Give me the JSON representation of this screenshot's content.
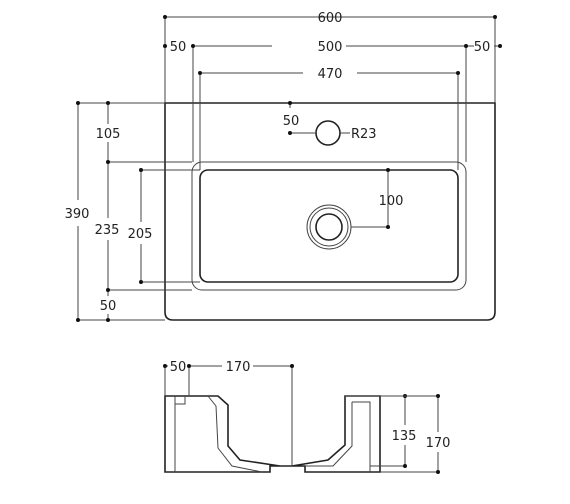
{
  "top_view": {
    "width_overall": "600",
    "width_inner": "500",
    "width_bowl": "470",
    "margin_left": "50",
    "margin_right": "50",
    "tap_offset": "50",
    "tap_radius": "R23",
    "waste_offset": "100",
    "depth_overall": "390",
    "depth_bowl_outer": "235",
    "depth_bowl_inner": "205",
    "rear_margin": "105",
    "front_margin": "50"
  },
  "side_view": {
    "rim_offset": "50",
    "waste_position": "170",
    "bowl_depth": "135",
    "overall_height": "170"
  },
  "colors": {
    "line": "#444444",
    "outline": "#222222",
    "text": "#222222"
  }
}
